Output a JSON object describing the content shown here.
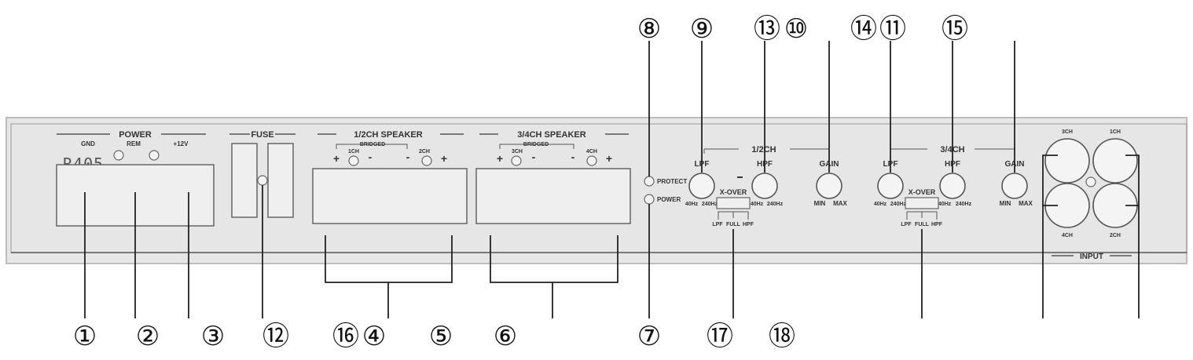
{
  "model": "R405",
  "power": {
    "title": "POWER",
    "gnd": "GND",
    "rem": "REM",
    "v12": "+12V"
  },
  "fuse": {
    "title": "FUSE"
  },
  "speaker12": {
    "title": "1/2CH SPEAKER",
    "bridged": "BRIDGED",
    "left": "1CH",
    "right": "2CH",
    "plus": "+",
    "minus": "-"
  },
  "speaker34": {
    "title": "3/4CH SPEAKER",
    "bridged": "BRIDGED",
    "left": "3CH",
    "right": "4CH",
    "plus": "+",
    "minus": "-"
  },
  "leds": {
    "protect": "PROTECT",
    "power": "POWER"
  },
  "ch12": {
    "title": "1/2CH",
    "lpf": "LPF",
    "hpf": "HPF",
    "gain": "GAIN",
    "lpf_min": "40Hz",
    "lpf_max": "240Hz",
    "hpf_min": "40Hz",
    "hpf_max": "240Hz",
    "gain_min": "MIN",
    "gain_max": "MAX",
    "xover": "X-OVER",
    "sw_lpf": "LPF",
    "sw_full": "FULL",
    "sw_hpf": "HPF"
  },
  "ch34": {
    "title": "3/4CH",
    "lpf": "LPF",
    "hpf": "HPF",
    "gain": "GAIN",
    "lpf_min": "40Hz",
    "lpf_max": "240Hz",
    "hpf_min": "40Hz",
    "hpf_max": "240Hz",
    "gain_min": "MIN",
    "gain_max": "MAX",
    "xover": "X-OVER",
    "sw_lpf": "LPF",
    "sw_full": "FULL",
    "sw_hpf": "HPF"
  },
  "input": {
    "title": "INPUT",
    "ch1": "1CH",
    "ch2": "2CH",
    "ch3": "3CH",
    "ch4": "4CH"
  },
  "callouts": {
    "c1": "①",
    "c2": "②",
    "c3": "③",
    "c4": "④",
    "c5": "⑤",
    "c6": "⑥",
    "c7": "⑦",
    "c8": "⑧",
    "c9": "⑨",
    "c10": "⑩",
    "c11": "⑪",
    "c12": "⑫",
    "c13": "⑬",
    "c14": "⑭",
    "c15": "⑮",
    "c16": "⑯",
    "c17": "⑰",
    "c18": "⑱"
  }
}
